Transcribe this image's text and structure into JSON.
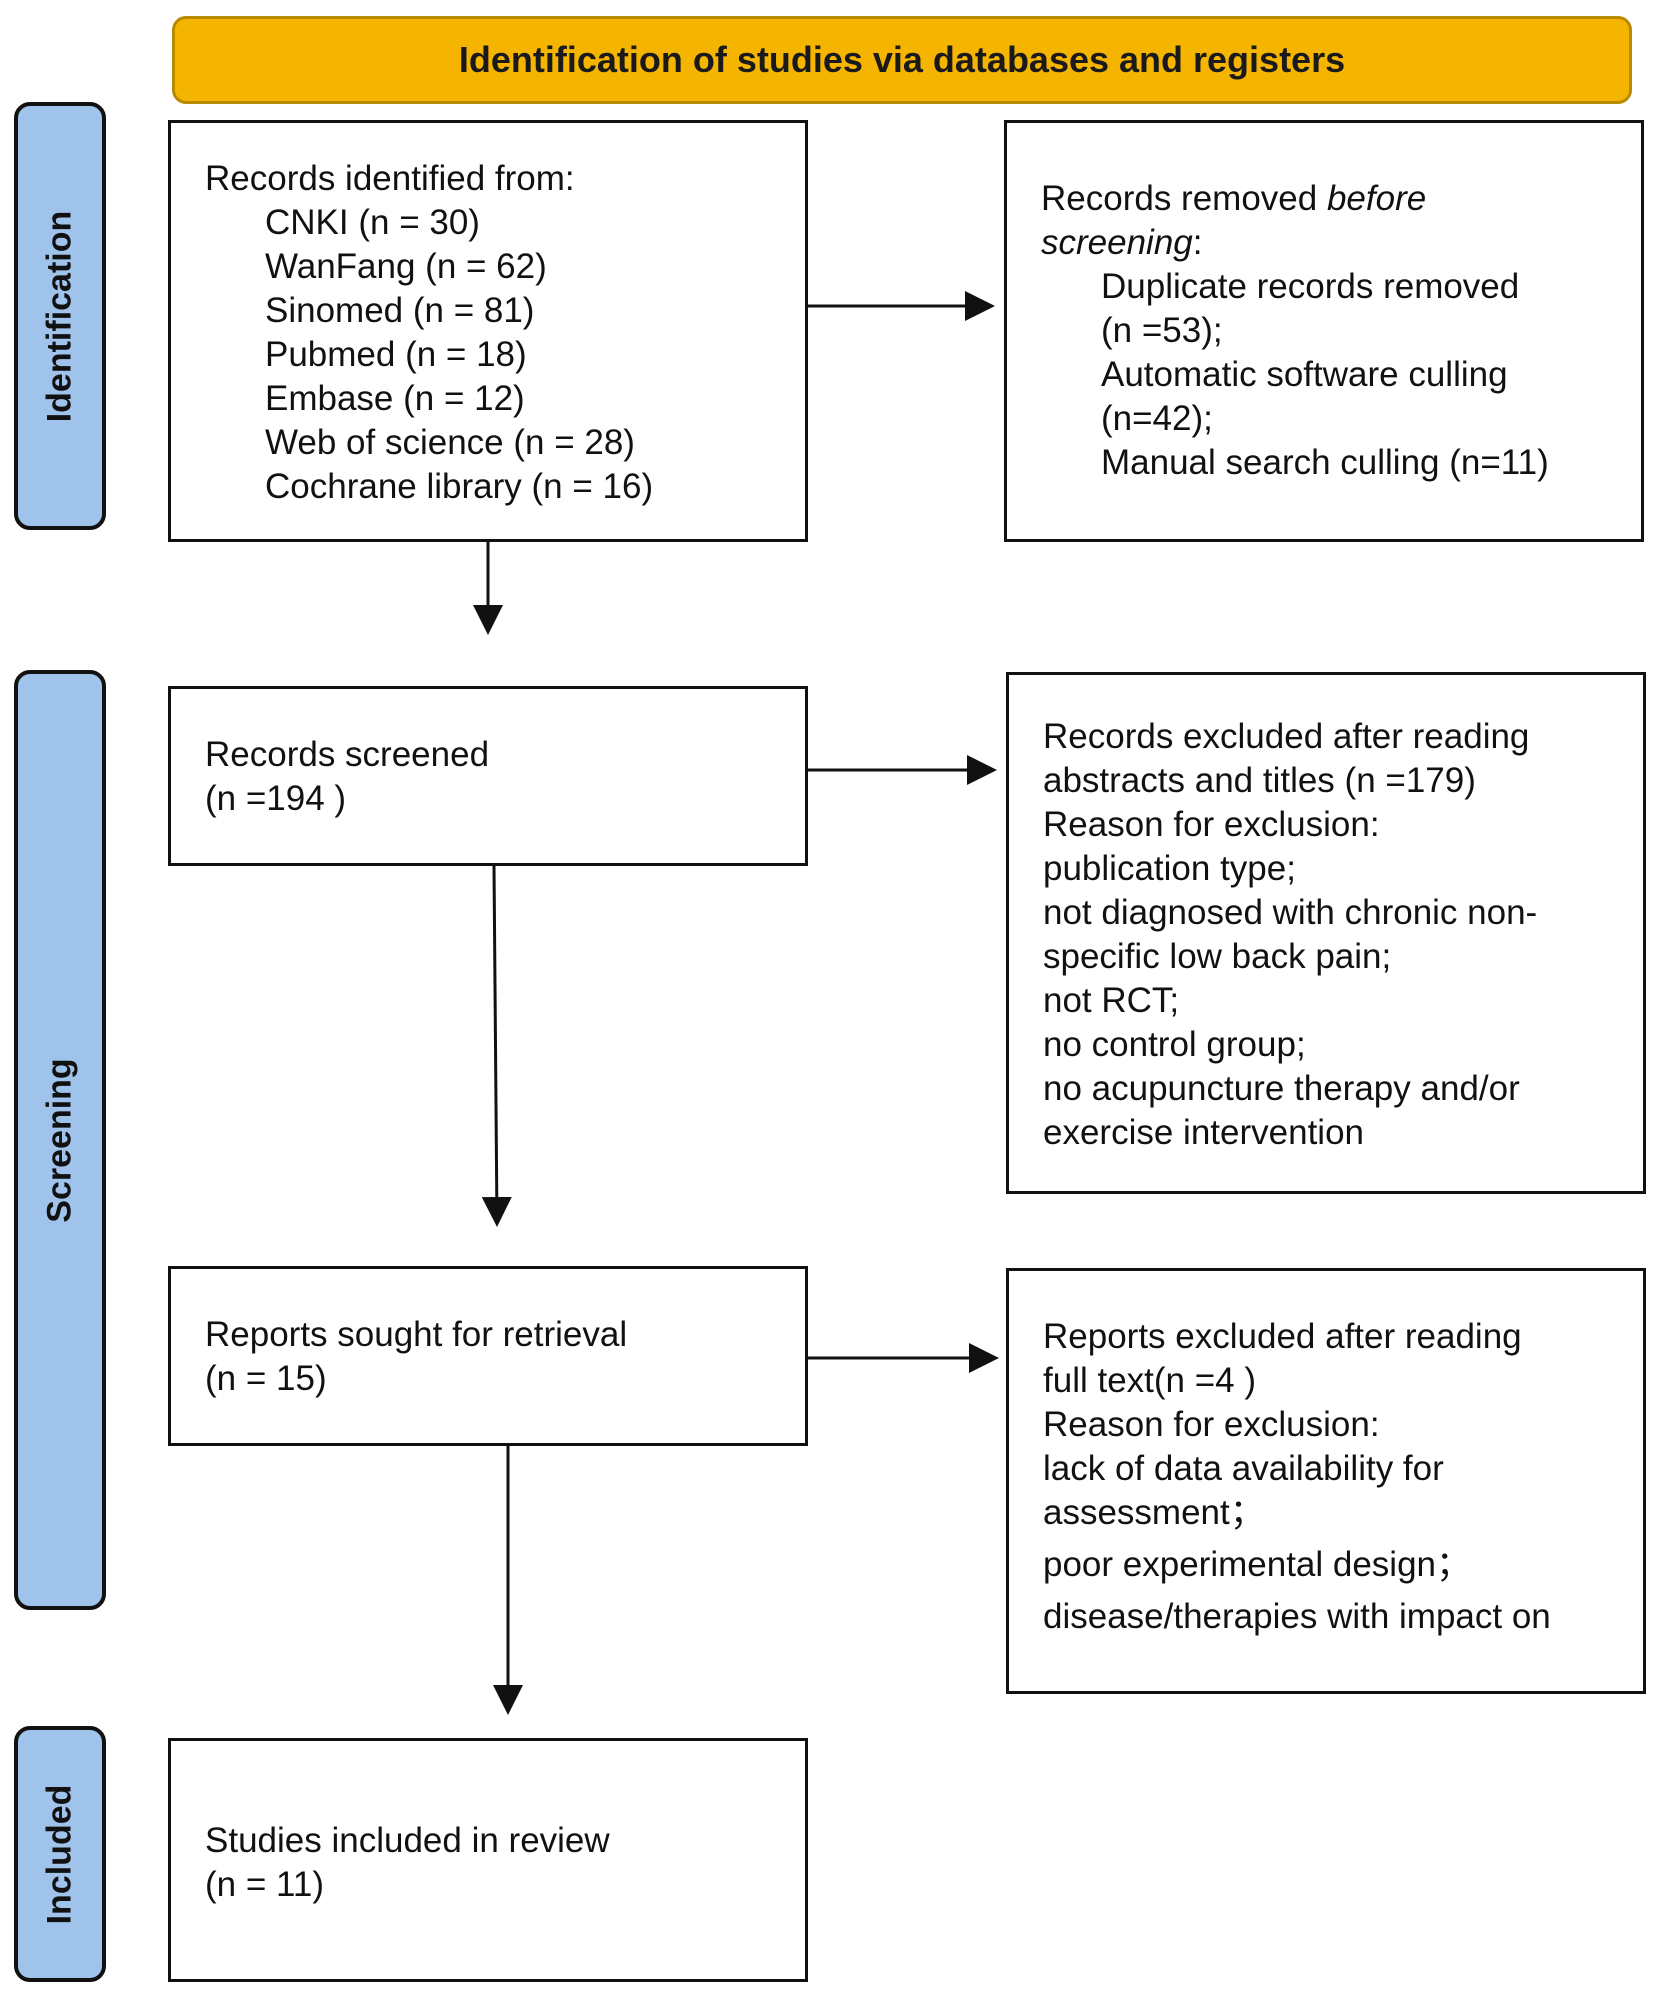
{
  "header": {
    "title": "Identification of studies via databases and registers"
  },
  "phases": {
    "identification": "Identification",
    "screening": "Screening",
    "included": "Included"
  },
  "identified": {
    "heading": "Records identified from:",
    "sources": [
      "CNKI (n = 30)",
      "WanFang (n = 62)",
      "Sinomed (n = 81)",
      "Pubmed (n = 18)",
      "Embase (n = 12)",
      "Web of science (n = 28)",
      "Cochrane library (n = 16)"
    ]
  },
  "removed": {
    "heading_prefix": "Records removed ",
    "heading_italic_1": "before",
    "heading_italic_2": "screening",
    "heading_suffix": ":",
    "items": [
      "Duplicate records removed",
      "(n =53);",
      "Automatic software culling",
      "(n=42);",
      "Manual search culling (n=11)"
    ]
  },
  "screened": {
    "lines": [
      "Records screened",
      "(n =194 )"
    ]
  },
  "excluded_abstracts": {
    "lines": [
      "Records excluded after reading",
      "abstracts and titles (n =179)",
      "Reason for exclusion:",
      "publication type;",
      "not diagnosed with chronic non-",
      "specific low back pain;",
      "not RCT;",
      "no control group;",
      "no acupuncture therapy and/or",
      "exercise intervention"
    ]
  },
  "retrieval": {
    "lines": [
      "Reports sought for retrieval",
      "(n = 15)"
    ]
  },
  "excluded_fulltext": {
    "lines": [
      "Reports excluded after reading",
      "full text(n =4 )",
      "Reason for exclusion:",
      "lack of data availability for",
      "assessment；",
      "poor experimental design；",
      "disease/therapies with impact on"
    ]
  },
  "included": {
    "lines": [
      "Studies included in review",
      "(n = 11)"
    ]
  }
}
